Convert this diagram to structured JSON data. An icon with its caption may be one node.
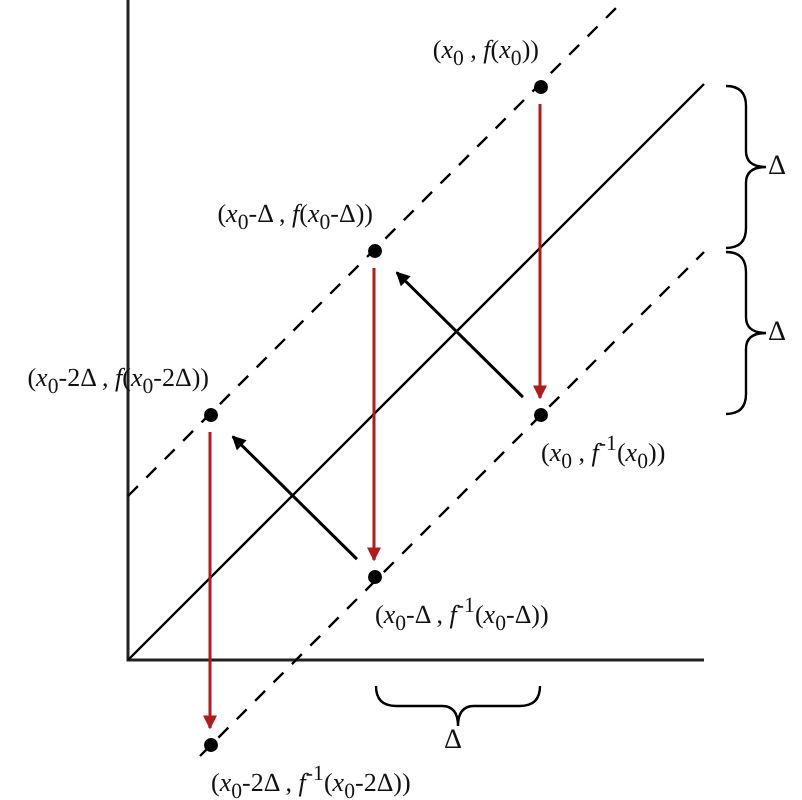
{
  "diagram": {
    "nodes": [
      {
        "text": [
          "(*x*$_{0}$ , *f*(*x*$_{0}$))"
        ]
      },
      {
        "text": [
          "(*x*$_{0}$ , *f*$^{-1}$(*x*$_{0}$))"
        ]
      },
      {
        "text": [
          "(*x*$_{0}$-Δ , *f*(*x*$_{0}$-Δ))"
        ]
      },
      {
        "text": [
          "(*x*$_{0}$-Δ , *f*$^{-1}$(*x*$_{0}$-Δ))"
        ]
      },
      {
        "text": [
          "(*x*$_{0}$-2Δ , *f*(*x*$_{0}$-2Δ))"
        ]
      },
      {
        "text": [
          "(*x*$_{0}$-2Δ , *f*$^{-1}$(*x*$_{0}$-2Δ))"
        ]
      }
    ],
    "edges": [
      {
        "from": 0,
        "to": 1,
        "arrow": "to",
        "color": "#b01c1c"
      },
      {
        "from": 1,
        "to": 2,
        "arrow": "to",
        "color": "#000000"
      },
      {
        "from": 2,
        "to": 3,
        "arrow": "to",
        "color": "#b01c1c"
      },
      {
        "from": 3,
        "to": 4,
        "arrow": "to",
        "color": "#000000"
      },
      {
        "from": 4,
        "to": 5,
        "arrow": "to",
        "color": "#b01c1c"
      }
    ],
    "labels": [
      "Δ",
      "Δ",
      "Δ"
    ]
  }
}
